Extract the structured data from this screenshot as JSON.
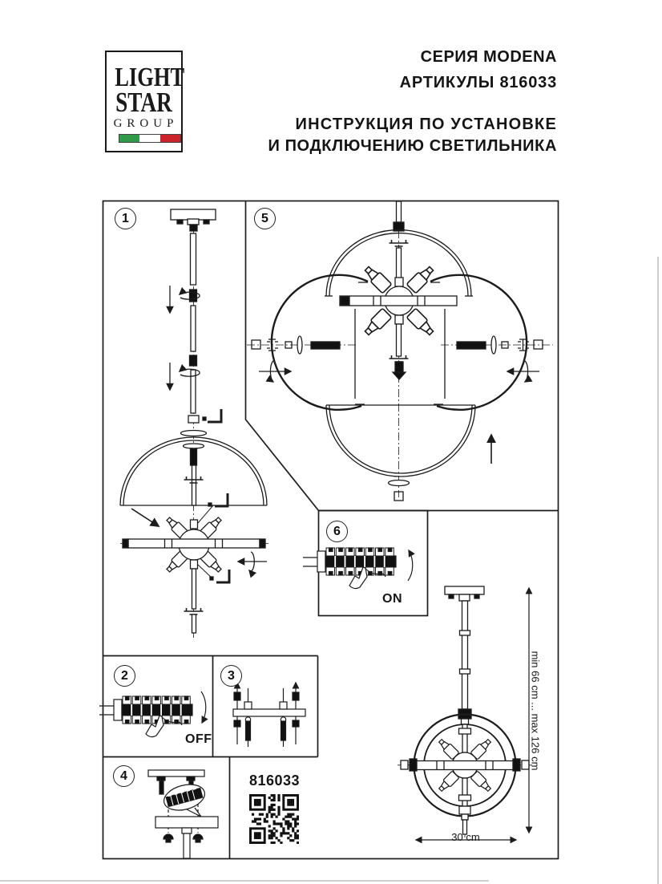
{
  "logo": {
    "line1": "LIGHT",
    "line2": "STAR",
    "line3": "GROUP",
    "flag_colors": {
      "green": "#2f9a47",
      "white": "#ffffff",
      "red": "#cc2229"
    }
  },
  "header": {
    "series": "СЕРИЯ MODENA",
    "articles": "АРТИКУЛЫ 816033",
    "title_line1": "ИНСТРУКЦИЯ ПО УСТАНОВКЕ",
    "title_line2": "И ПОДКЛЮЧЕНИЮ СВЕТИЛЬНИКА"
  },
  "steps": [
    {
      "n": "1"
    },
    {
      "n": "2"
    },
    {
      "n": "3"
    },
    {
      "n": "4"
    },
    {
      "n": "5"
    },
    {
      "n": "6"
    }
  ],
  "labels": {
    "breaker_off": "OFF",
    "breaker_on": "ON",
    "article_code": "816033",
    "height_range": "min 66 cm ... max 126 cm",
    "diameter": "30 cm"
  },
  "colors": {
    "line": "#1c1c1c",
    "fill": "#111111",
    "background": "#ffffff"
  }
}
